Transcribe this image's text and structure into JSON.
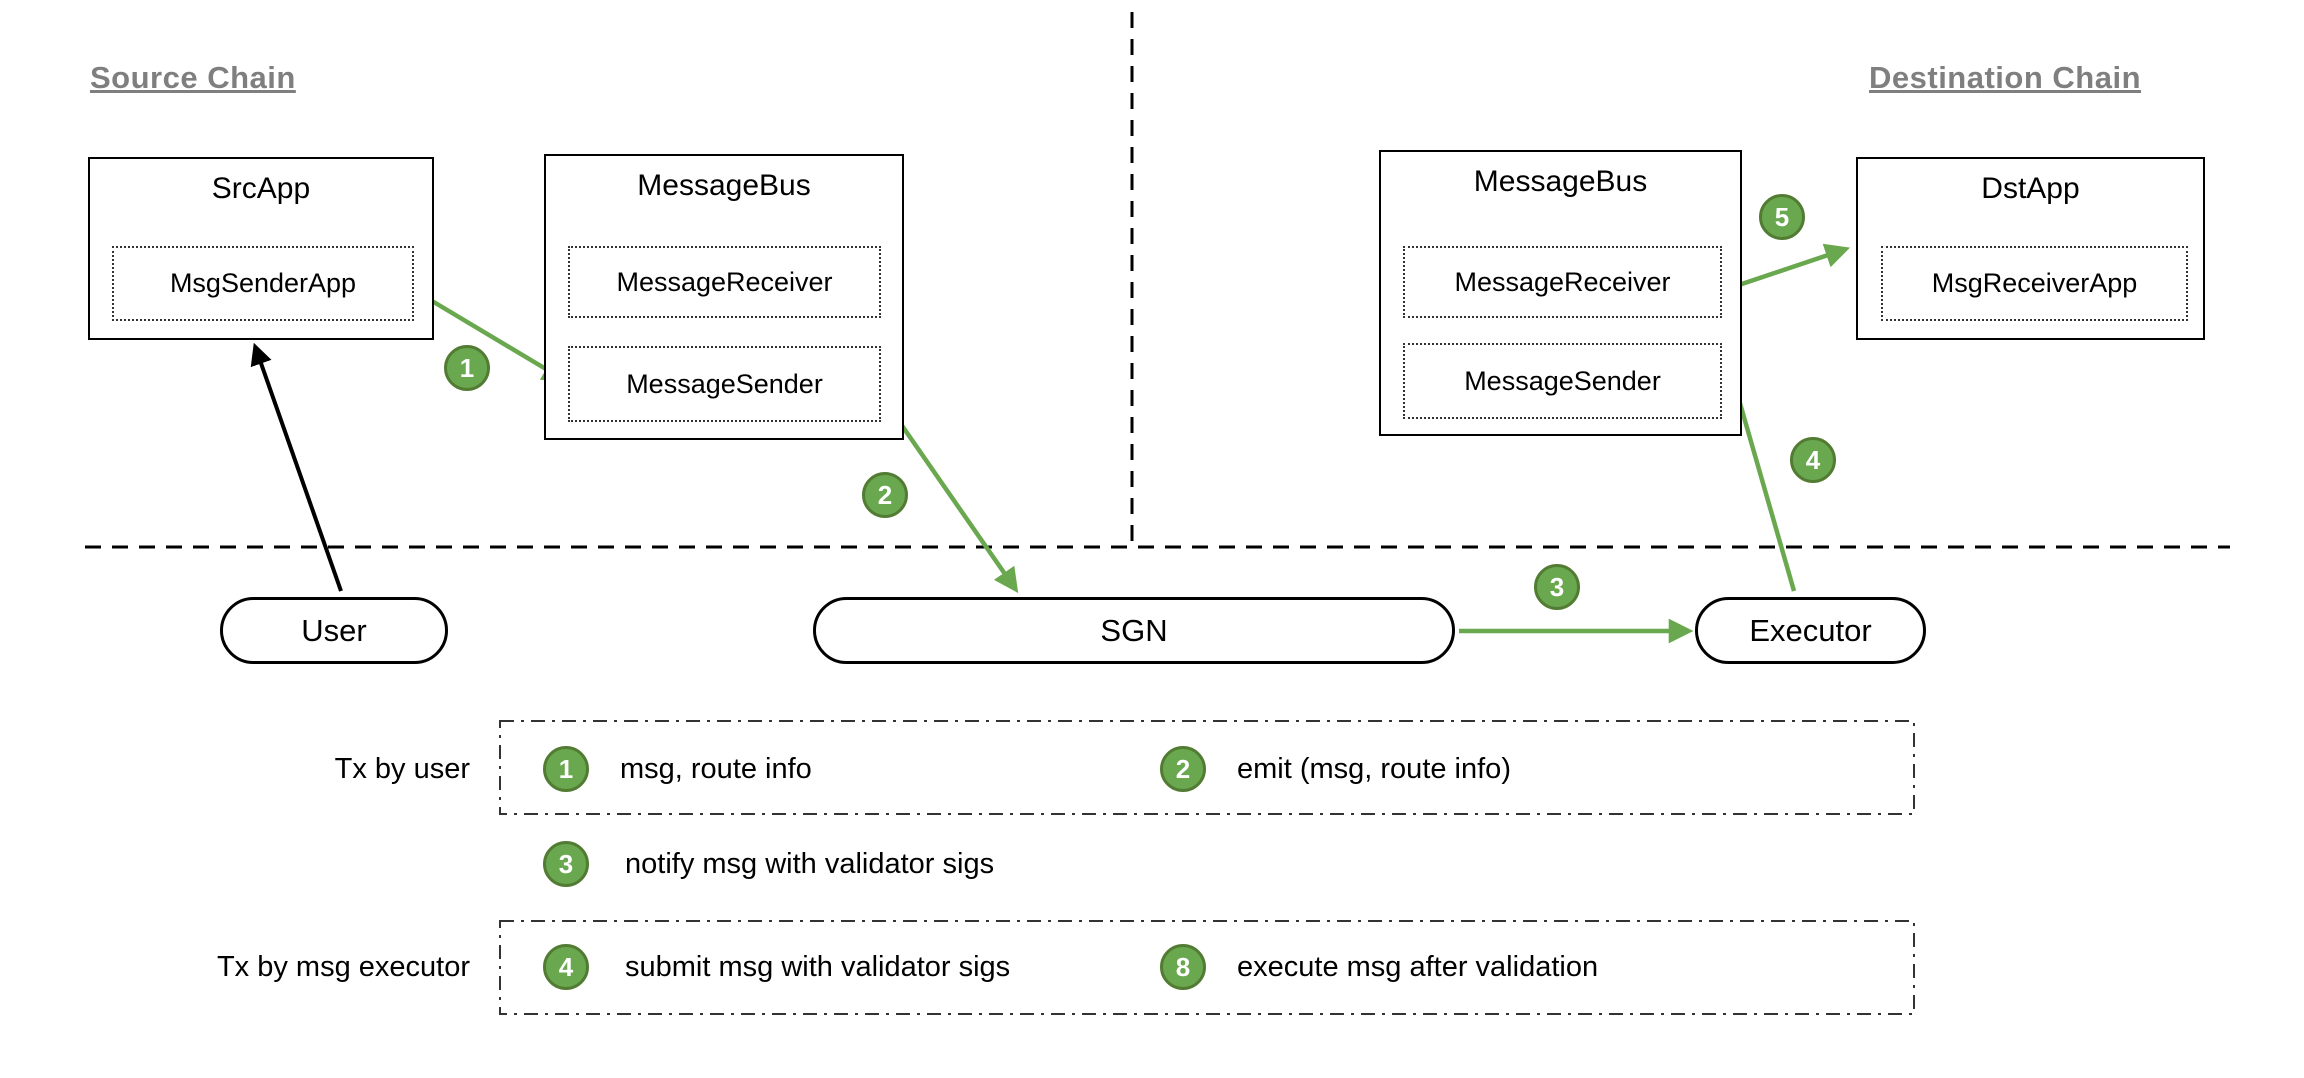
{
  "colors": {
    "arrow_green": "#6aa84f",
    "badge_green": "#6aa84f",
    "badge_border_green": "#527c33",
    "chain_label_gray": "#7f7f7f",
    "line_black": "#000000"
  },
  "labels": {
    "source_chain": "Source Chain",
    "destination_chain": "Destination Chain"
  },
  "boxes": {
    "src_app": {
      "title": "SrcApp",
      "inner": "MsgSenderApp"
    },
    "message_bus_src": {
      "title": "MessageBus",
      "receiver": "MessageReceiver",
      "sender": "MessageSender"
    },
    "message_bus_dst": {
      "title": "MessageBus",
      "receiver": "MessageReceiver",
      "sender": "MessageSender"
    },
    "dst_app": {
      "title": "DstApp",
      "inner": "MsgReceiverApp"
    }
  },
  "nodes": {
    "user": "User",
    "sgn": "SGN",
    "executor": "Executor"
  },
  "diagram_steps": [
    "1",
    "2",
    "3",
    "4",
    "5"
  ],
  "legend": {
    "row_user_label": "Tx by user",
    "row_executor_label": "Tx by msg executor",
    "items": [
      {
        "num": "1",
        "text": "msg, route info"
      },
      {
        "num": "2",
        "text": "emit (msg, route info)"
      },
      {
        "num": "3",
        "text": "notify msg with validator sigs"
      },
      {
        "num": "4",
        "text": "submit msg with validator sigs"
      },
      {
        "num": "8",
        "text": "execute msg after validation"
      }
    ]
  }
}
